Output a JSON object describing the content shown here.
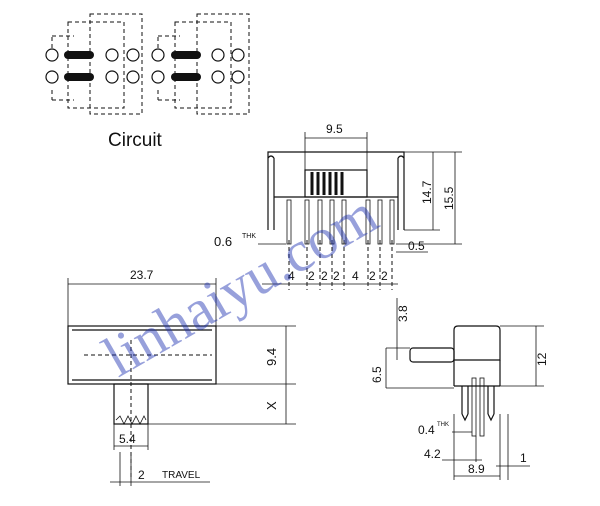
{
  "circuit_label": "Circuit",
  "watermark": "linhaiyu.com",
  "top_view": {
    "dim_width": "9.5",
    "dim_height_inner": "14.7",
    "dim_height_outer": "15.5",
    "dim_thickness": "0.6",
    "thickness_sup": "THK",
    "dim_pin_offset": "0.5",
    "pitch_labels": [
      "4",
      "2",
      "2",
      "2",
      "4",
      "2",
      "2"
    ]
  },
  "front_view": {
    "dim_length": "23.7",
    "dim_body_height": "9.4",
    "dim_x": "X",
    "dim_actuator_width": "5.4",
    "dim_travel": "2",
    "travel_label": "TRAVEL"
  },
  "side_view": {
    "dim_top": "3.8",
    "dim_actuator": "6.5",
    "dim_height": "12",
    "dim_thickness": "0.4",
    "thickness_sup": "THK",
    "dim_pin": "4.2",
    "dim_width": "8.9",
    "dim_offset": "1"
  }
}
